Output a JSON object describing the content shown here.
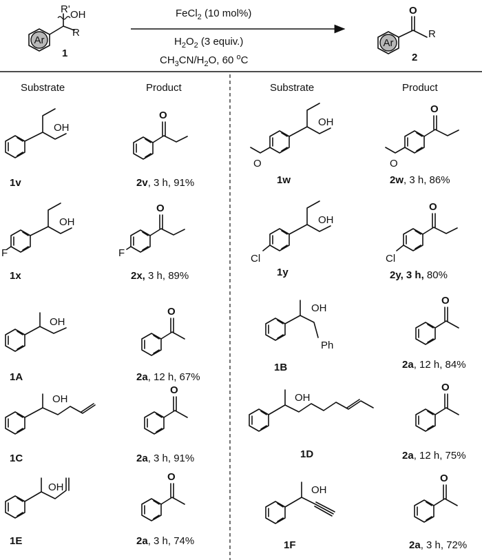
{
  "header": {
    "reactant_number": "1",
    "product_number": "2",
    "ar_label": "Ar",
    "r_label": "R",
    "r_prime_label": "R'",
    "oh_label": "OH",
    "o_label": "O",
    "conditions": {
      "line1_main": "FeCl",
      "line1_sub": "2",
      "line1_rest": " (10 mol%)",
      "line2_main": "H",
      "line2_sub1": "2",
      "line2_mid": "O",
      "line2_sub2": "2",
      "line2_rest": " (3 equiv.)",
      "line3_a": "CH",
      "line3_sub": "3",
      "line3_b": "CN/H",
      "line3_sub2": "2",
      "line3_c": "O, 60 ",
      "line3_sup": "o",
      "line3_d": "C"
    }
  },
  "columns": {
    "substrate": "Substrate",
    "product": "Product"
  },
  "atoms": {
    "oh": "OH",
    "o": "O",
    "f": "F",
    "cl": "Cl",
    "ph": "Ph"
  },
  "left_rows": [
    {
      "substrate_label": "1v",
      "product_bold": "2v",
      "product_rest": ", 3 h, 91%"
    },
    {
      "substrate_label": "1x",
      "product_bold": "2x,",
      "product_rest": " 3 h, 89%"
    },
    {
      "substrate_label": "1A",
      "product_bold": "2a",
      "product_rest": ", 12 h, 67%"
    },
    {
      "substrate_label": "1C",
      "product_bold": "2a",
      "product_rest": ", 3 h, 91%"
    },
    {
      "substrate_label": "1E",
      "product_bold": "2a",
      "product_rest": ", 3 h, 74%"
    }
  ],
  "right_rows": [
    {
      "substrate_label": "1w",
      "product_bold": "2w",
      "product_rest": ", 3 h, 86%"
    },
    {
      "substrate_label": "1y",
      "product_bold": "2y, 3 h,",
      "product_rest": " 80%"
    },
    {
      "substrate_label": "1B",
      "product_bold": "2a",
      "product_rest": ", 12 h, 84%"
    },
    {
      "substrate_label": "1D",
      "product_bold": "2a",
      "product_rest": ", 12 h, 75%"
    },
    {
      "substrate_label": "1F",
      "product_bold": "2a",
      "product_rest": ", 3 h, 72%"
    }
  ]
}
